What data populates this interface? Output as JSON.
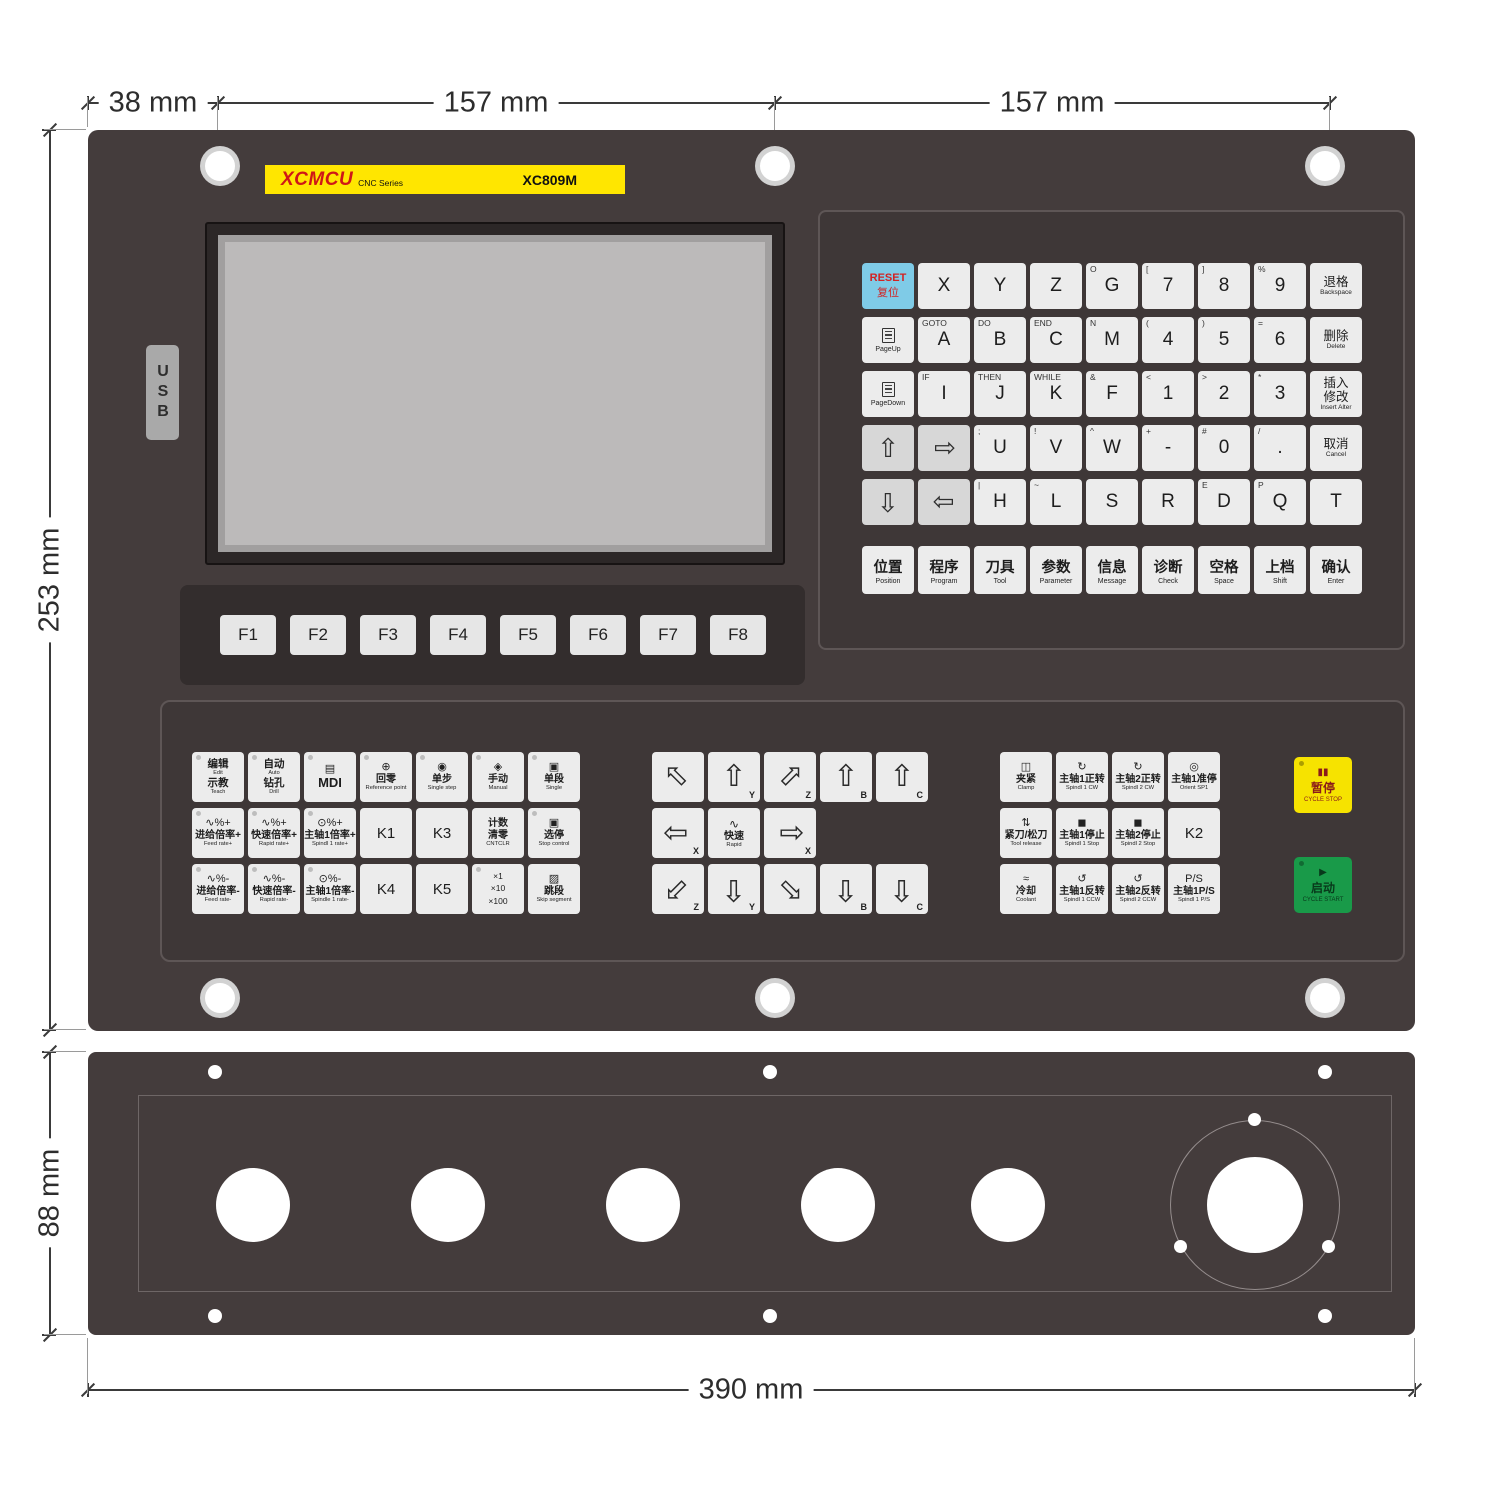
{
  "dimensions": {
    "top_left": "38 mm",
    "top_mid": "157 mm",
    "top_right": "157 mm",
    "left_main": "253 mm",
    "left_sub": "88 mm",
    "bottom": "390 mm"
  },
  "logo": {
    "brand": "XCMCU",
    "series": "CNC Series",
    "model": "XC809M"
  },
  "usb": "USB",
  "fkeys": [
    "F1",
    "F2",
    "F3",
    "F4",
    "F5",
    "F6",
    "F7",
    "F8"
  ],
  "keyboard": {
    "grid": [
      [
        {
          "type": "reset",
          "en": "RESET",
          "zh": "复位"
        },
        {
          "main": "X"
        },
        {
          "main": "Y"
        },
        {
          "main": "Z"
        },
        {
          "main": "G",
          "corner": "O"
        },
        {
          "main": "7",
          "corner": "["
        },
        {
          "main": "8",
          "corner": "]"
        },
        {
          "main": "9",
          "corner": "%"
        },
        {
          "type": "fn",
          "zh": "退格",
          "en": "Backspace"
        }
      ],
      [
        {
          "type": "page",
          "en": "PageUp"
        },
        {
          "main": "A",
          "corner": "GOTO"
        },
        {
          "main": "B",
          "corner": "DO"
        },
        {
          "main": "C",
          "corner": "END"
        },
        {
          "main": "M",
          "corner": "N"
        },
        {
          "main": "4",
          "corner": "("
        },
        {
          "main": "5",
          "corner": ")"
        },
        {
          "main": "6",
          "corner": "="
        },
        {
          "type": "fn",
          "zh": "删除",
          "en": "Delete"
        }
      ],
      [
        {
          "type": "page",
          "en": "PageDown"
        },
        {
          "main": "I",
          "corner": "IF"
        },
        {
          "main": "J",
          "corner": "THEN"
        },
        {
          "main": "K",
          "corner": "WHILE"
        },
        {
          "main": "F",
          "corner": "&"
        },
        {
          "main": "1",
          "corner": "<"
        },
        {
          "main": "2",
          "corner": ">"
        },
        {
          "main": "3",
          "corner": "*"
        },
        {
          "type": "fn",
          "zh": "插入 修改",
          "en": "Insert Alter"
        }
      ],
      [
        {
          "type": "arrow",
          "dir": "up"
        },
        {
          "type": "arrow",
          "dir": "right"
        },
        {
          "main": "U",
          "corner": ";"
        },
        {
          "main": "V",
          "corner": "!"
        },
        {
          "main": "W",
          "corner": "^"
        },
        {
          "main": "-",
          "corner": "+"
        },
        {
          "main": "0",
          "corner": "#"
        },
        {
          "main": ".",
          "corner": "/"
        },
        {
          "type": "fn",
          "zh": "取消",
          "en": "Cancel"
        }
      ],
      [
        {
          "type": "arrow",
          "dir": "down"
        },
        {
          "type": "arrow",
          "dir": "left"
        },
        {
          "main": "H",
          "corner": "|"
        },
        {
          "main": "L",
          "corner": "~"
        },
        {
          "main": "S"
        },
        {
          "main": "R"
        },
        {
          "main": "D",
          "corner": "E"
        },
        {
          "main": "Q",
          "corner": "P"
        },
        {
          "main": "T"
        }
      ]
    ],
    "menu_row": [
      {
        "zh": "位置",
        "en": "Position"
      },
      {
        "zh": "程序",
        "en": "Program"
      },
      {
        "zh": "刀具",
        "en": "Tool"
      },
      {
        "zh": "参数",
        "en": "Parameter"
      },
      {
        "zh": "信息",
        "en": "Message"
      },
      {
        "zh": "诊断",
        "en": "Check"
      },
      {
        "zh": "空格",
        "en": "Space"
      },
      {
        "zh": "上档",
        "en": "Shift"
      },
      {
        "zh": "确认",
        "en": "Enter"
      }
    ]
  },
  "keypad": {
    "left": [
      [
        {
          "led": true,
          "pairs": [
            [
              "编辑",
              "Edit"
            ],
            [
              "示教",
              "Teach"
            ]
          ]
        },
        {
          "led": true,
          "pairs": [
            [
              "自动",
              "Auto"
            ],
            [
              "钻孔",
              "Drill"
            ]
          ]
        },
        {
          "led": true,
          "icon": "▤",
          "zh": "MDI"
        },
        {
          "led": true,
          "icon": "⊕",
          "zh": "回零",
          "en": "Reference point"
        },
        {
          "led": true,
          "icon": "◉",
          "zh": "单步",
          "en": "Single step"
        },
        {
          "led": true,
          "icon": "◈",
          "zh": "手动",
          "en": "Manual"
        },
        {
          "led": true,
          "icon": "▣",
          "zh": "单段",
          "en": "Single"
        }
      ],
      [
        {
          "led": true,
          "icon": "∿%+",
          "zh": "进给倍率+",
          "en": "Feed rate+"
        },
        {
          "led": true,
          "icon": "∿%+",
          "zh": "快速倍率+",
          "en": "Rapid rate+"
        },
        {
          "led": true,
          "icon": "⊙%+",
          "zh": "主轴1倍率+",
          "en": "Spindl 1 rate+"
        },
        {
          "plain": "K1"
        },
        {
          "plain": "K3"
        },
        {
          "zh2": [
            "计数",
            "清零"
          ],
          "en": "CNTCLR"
        },
        {
          "led": true,
          "icon": "▣",
          "zh": "选停",
          "en": "Stop control"
        }
      ],
      [
        {
          "led": true,
          "icon": "∿%-",
          "zh": "进给倍率-",
          "en": "Feed rate-"
        },
        {
          "led": true,
          "icon": "∿%-",
          "zh": "快速倍率-",
          "en": "Rapid rate-"
        },
        {
          "led": true,
          "icon": "⊙%-",
          "zh": "主轴1倍率-",
          "en": "Spindle 1 rate-"
        },
        {
          "plain": "K4"
        },
        {
          "plain": "K5"
        },
        {
          "led": true,
          "mult": [
            "×1",
            "×10",
            "×100"
          ]
        },
        {
          "icon": "▨",
          "zh": "跳段",
          "en": "Skip segment"
        }
      ]
    ],
    "jog": [
      [
        {
          "dir": "nw",
          "axis": ""
        },
        {
          "dir": "up",
          "axis": "Y"
        },
        {
          "dir": "ne",
          "axis": "Z"
        },
        {
          "dir": "up",
          "axis": "B"
        },
        {
          "dir": "up",
          "axis": "C"
        }
      ],
      [
        {
          "dir": "left",
          "axis": "X"
        },
        {
          "rapid": true,
          "icon": "∿",
          "zh": "快速",
          "en": "Rapid"
        },
        {
          "dir": "right",
          "axis": "X"
        }
      ],
      [
        {
          "dir": "sw",
          "axis": "Z"
        },
        {
          "dir": "down",
          "axis": "Y"
        },
        {
          "dir": "se",
          "axis": ""
        },
        {
          "dir": "down",
          "axis": "B"
        },
        {
          "dir": "down",
          "axis": "C"
        }
      ]
    ],
    "right": [
      [
        {
          "icon": "◫",
          "zh": "夹紧",
          "en": "Clamp"
        },
        {
          "icon": "↻",
          "zh": "主轴1正转",
          "en": "Spindl 1 CW"
        },
        {
          "icon": "↻",
          "zh": "主轴2正转",
          "en": "Spindl 2 CW"
        },
        {
          "icon": "◎",
          "zh": "主轴1准停",
          "en": "Orient SP1"
        }
      ],
      [
        {
          "icon": "⇅",
          "zh": "紧刀/松刀",
          "en": "Tool release"
        },
        {
          "icon": "◼",
          "zh": "主轴1停止",
          "en": "Spindl 1 Stop"
        },
        {
          "icon": "◼",
          "zh": "主轴2停止",
          "en": "Spindl 2 Stop"
        },
        {
          "plain": "K2"
        }
      ],
      [
        {
          "icon": "≈",
          "zh": "冷却",
          "en": "Coolant"
        },
        {
          "icon": "↺",
          "zh": "主轴1反转",
          "en": "Spindl 1 CCW"
        },
        {
          "icon": "↺",
          "zh": "主轴2反转",
          "en": "Spindl 2 CCW"
        },
        {
          "icon": "P/S",
          "zh": "主轴1P/S",
          "en": "Spindl 1 P/S"
        }
      ]
    ],
    "cycle_stop": {
      "zh": "暂停",
      "en": "CYCLE STOP"
    },
    "cycle_start": {
      "zh": "启动",
      "en": "CYCLE START"
    }
  }
}
